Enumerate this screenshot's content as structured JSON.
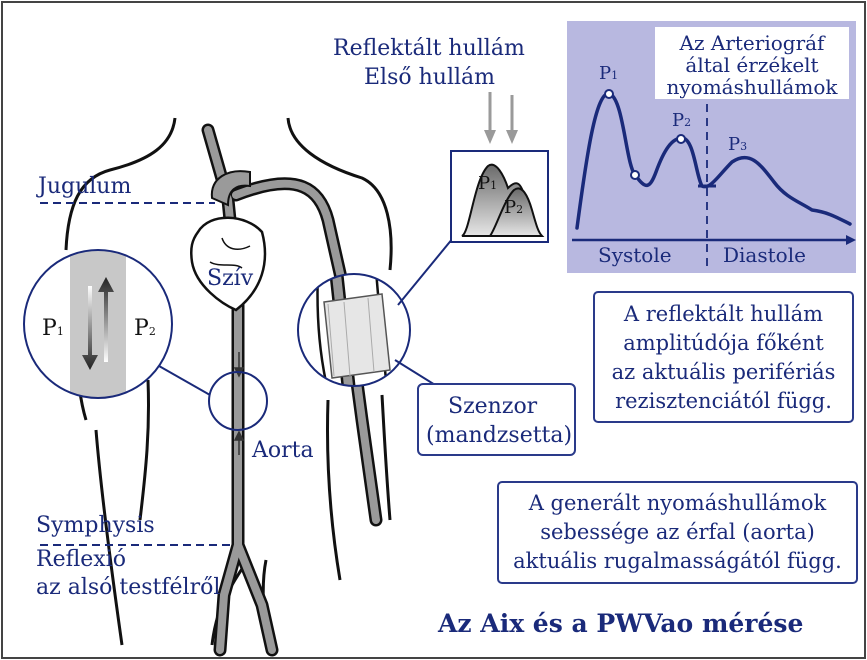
{
  "title": "Az Aix és a PWVao mérése",
  "labels": {
    "jugulum": "Jugulum",
    "sziv": "Szív",
    "aorta": "Aorta",
    "symphysis": "Symphysis",
    "reflexio_line1": "Reflexió",
    "reflexio_line2": "az alsó testfélről",
    "reflektalt": "Reflektált hullám",
    "elso": "Első hullám",
    "szenzor_line1": "Szenzor",
    "szenzor_line2": "(mandzsetta)"
  },
  "wave_panel": {
    "title_lines": [
      "Az Arteriográf",
      "által érzékelt",
      "nyomáshullámok"
    ],
    "systole": "Systole",
    "diastole": "Diastole",
    "peaks": [
      "P",
      "P",
      "P"
    ],
    "peak_subs": [
      "1",
      "2",
      "3"
    ],
    "background_color": "#b8b8e0"
  },
  "mini_wave": {
    "peaks": [
      "P",
      "P"
    ],
    "peak_subs": [
      "1",
      "2"
    ]
  },
  "vessel_zoom": {
    "left": "P",
    "left_sub": "1",
    "right": "P",
    "right_sub": "2"
  },
  "info_boxes": [
    {
      "lines": [
        "A reflektált hullám",
        "amplitúdója főként",
        "az aktuális perifériás",
        "rezisztenciától függ."
      ]
    },
    {
      "lines": [
        "A generált nyomáshullámok",
        "sebessége az érfal (aorta)",
        "aktuális rugalmasságától függ."
      ]
    }
  ],
  "colors": {
    "accent": "#1a2a7a",
    "vessel": "#9a9a9a",
    "outline": "#2a3a8a"
  }
}
